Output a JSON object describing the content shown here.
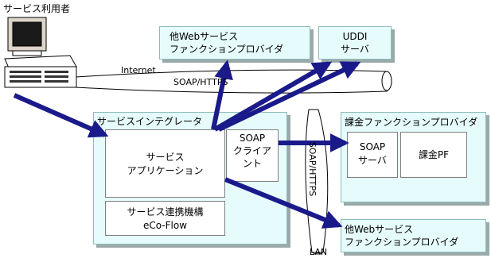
{
  "user_label": "サービス利用者",
  "internet_label": "Internet",
  "soap_https_label": "SOAP/HTTPS",
  "soap_https_vertical_label": "SOAP/HTTPS",
  "lan_label": "LAN",
  "other_web_top": {
    "line1": "他Webサービス",
    "line2": "ファンクションプロバイダ"
  },
  "uddi": {
    "line1": "UDDI",
    "line2": "サーバ"
  },
  "integrator": {
    "title": "サービスインテグレータ",
    "app": {
      "line1": "サービス",
      "line2": "アプリケーション"
    },
    "soap_client": {
      "line1": "SOAP",
      "line2": "クライア",
      "line3": "ント"
    },
    "eco_flow": {
      "line1": "サービス連携機構",
      "line2": "eCo-Flow"
    }
  },
  "billing": {
    "title": "課金ファンクションプロバイダ",
    "soap_server": {
      "line1": "SOAP",
      "line2": "サーバ"
    },
    "pf": "課金PF"
  },
  "other_web_bottom": {
    "line1": "他Webサービス",
    "line2": "ファンクションプロバイダ"
  },
  "colors": {
    "arrow": "#1a1a8a",
    "box_fill": "#e6fbfb",
    "shadow": "#9aa9a9"
  }
}
